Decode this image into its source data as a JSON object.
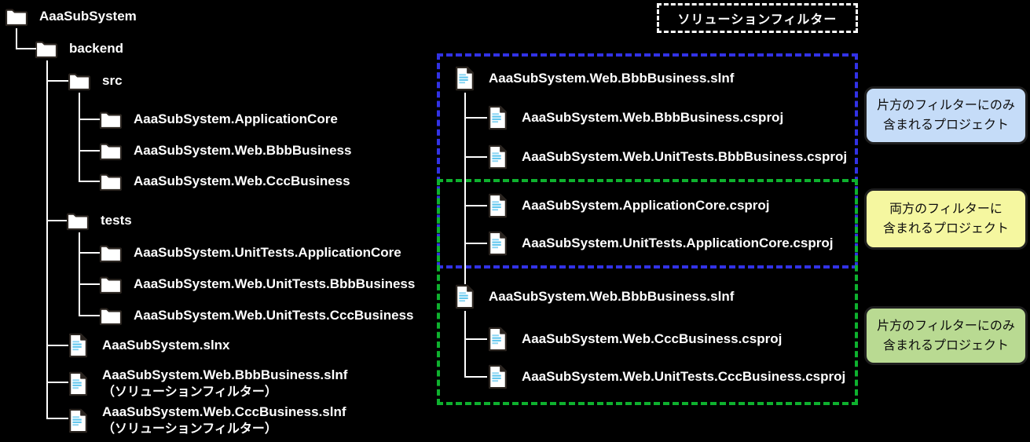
{
  "colors": {
    "background": "#000000",
    "tree_line": "#ffffff",
    "filter1_border": "#3232e6",
    "filter2_border": "#0eb12e",
    "legend_border": "#ffffff",
    "callout1_bg": "#c5dcf8",
    "callout2_bg": "#f5f7a0",
    "callout3_bg": "#b9da92",
    "file_icon_lines": "#5fc6ee"
  },
  "legend": {
    "title": "ソリューションフィルター"
  },
  "left_tree": {
    "root": "AaaSubSystem",
    "backend": "backend",
    "src": "src",
    "src_children": [
      "AaaSubSystem.ApplicationCore",
      "AaaSubSystem.Web.BbbBusiness",
      "AaaSubSystem.Web.CccBusiness"
    ],
    "tests": "tests",
    "tests_children": [
      "AaaSubSystem.UnitTests.ApplicationCore",
      "AaaSubSystem.Web.UnitTests.BbbBusiness",
      "AaaSubSystem.Web.UnitTests.CccBusiness"
    ],
    "slnx_file": "AaaSubSystem.slnx",
    "bbb_slnf_file": "AaaSubSystem.Web.BbbBusiness.slnf",
    "bbb_slnf_note": "（ソリューションフィルター）",
    "ccc_slnf_file": "AaaSubSystem.Web.CccBusiness.slnf",
    "ccc_slnf_note": "（ソリューションフィルター）"
  },
  "filter1": {
    "root": "AaaSubSystem.Web.BbbBusiness.slnf",
    "children": [
      "AaaSubSystem.Web.BbbBusiness.csproj",
      "AaaSubSystem.Web.UnitTests.BbbBusiness.csproj"
    ]
  },
  "shared": {
    "children": [
      "AaaSubSystem.ApplicationCore.csproj",
      "AaaSubSystem.UnitTests.ApplicationCore.csproj"
    ]
  },
  "filter2": {
    "root": "AaaSubSystem.Web.BbbBusiness.slnf",
    "children": [
      "AaaSubSystem.Web.CccBusiness.csproj",
      "AaaSubSystem.Web.UnitTests.CccBusiness.csproj"
    ]
  },
  "callouts": [
    {
      "line1": "片方のフィルターにのみ",
      "line2": "含まれるプロジェクト"
    },
    {
      "line1": "両方のフィルターに",
      "line2": "含まれるプロジェクト"
    },
    {
      "line1": "片方のフィルターにのみ",
      "line2": "含まれるプロジェクト"
    }
  ]
}
